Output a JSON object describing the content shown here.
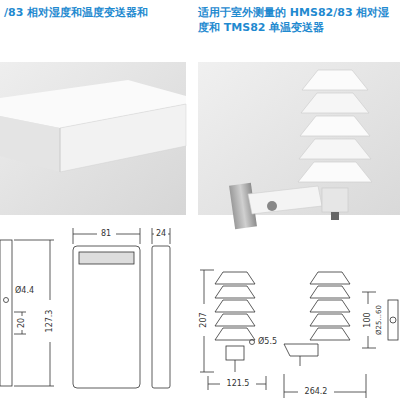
{
  "diagram": {
    "labels": [
      "/83 相对湿度和温度变送器和",
      "适用于室外测量的 HMS82/83 相对湿度和 TMS82 单温变送器",
      "81",
      "24",
      "Ø4.4",
      "20",
      "127.3",
      "207",
      "Ø5.5",
      "121.5",
      "264.2",
      "100",
      "Ø25...60"
    ]
  }
}
